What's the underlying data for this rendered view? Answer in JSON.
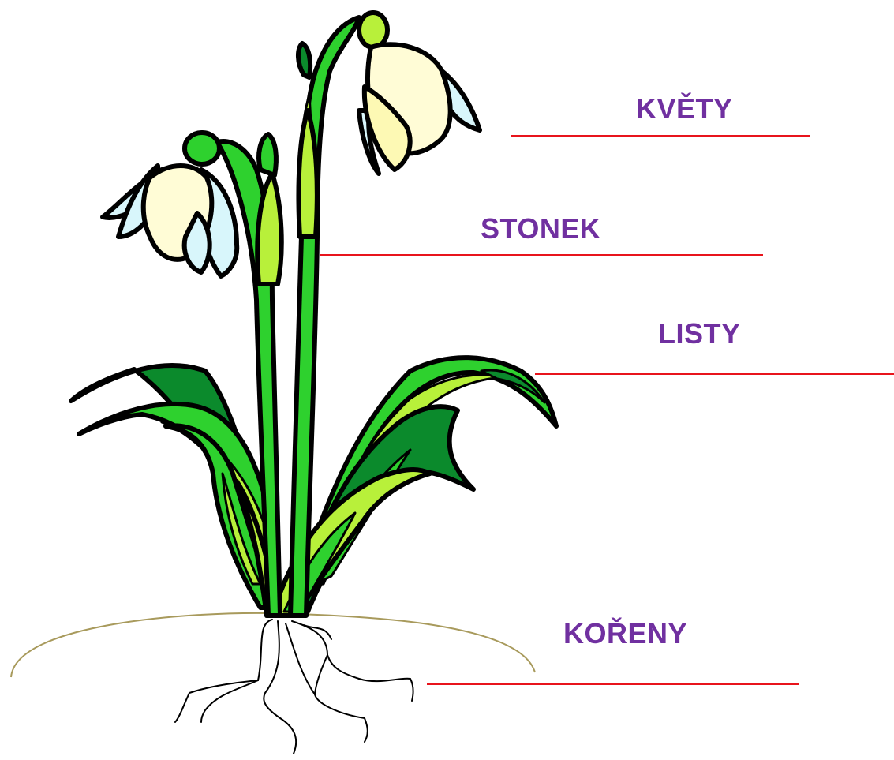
{
  "colors": {
    "label": "#7030a0",
    "line": "#e8141c",
    "outline": "#000000",
    "leaf_dark": "#0b8a2c",
    "leaf_mid": "#2ed12e",
    "leaf_light": "#b8f03a",
    "petal_cream": "#fffcd6",
    "petal_blue": "#d8f6fb",
    "soil": "#a89a5c"
  },
  "labels": {
    "flowers": "KVĚTY",
    "stem": "STONEK",
    "leaves": "LISTY",
    "roots": "KOŘENY"
  }
}
